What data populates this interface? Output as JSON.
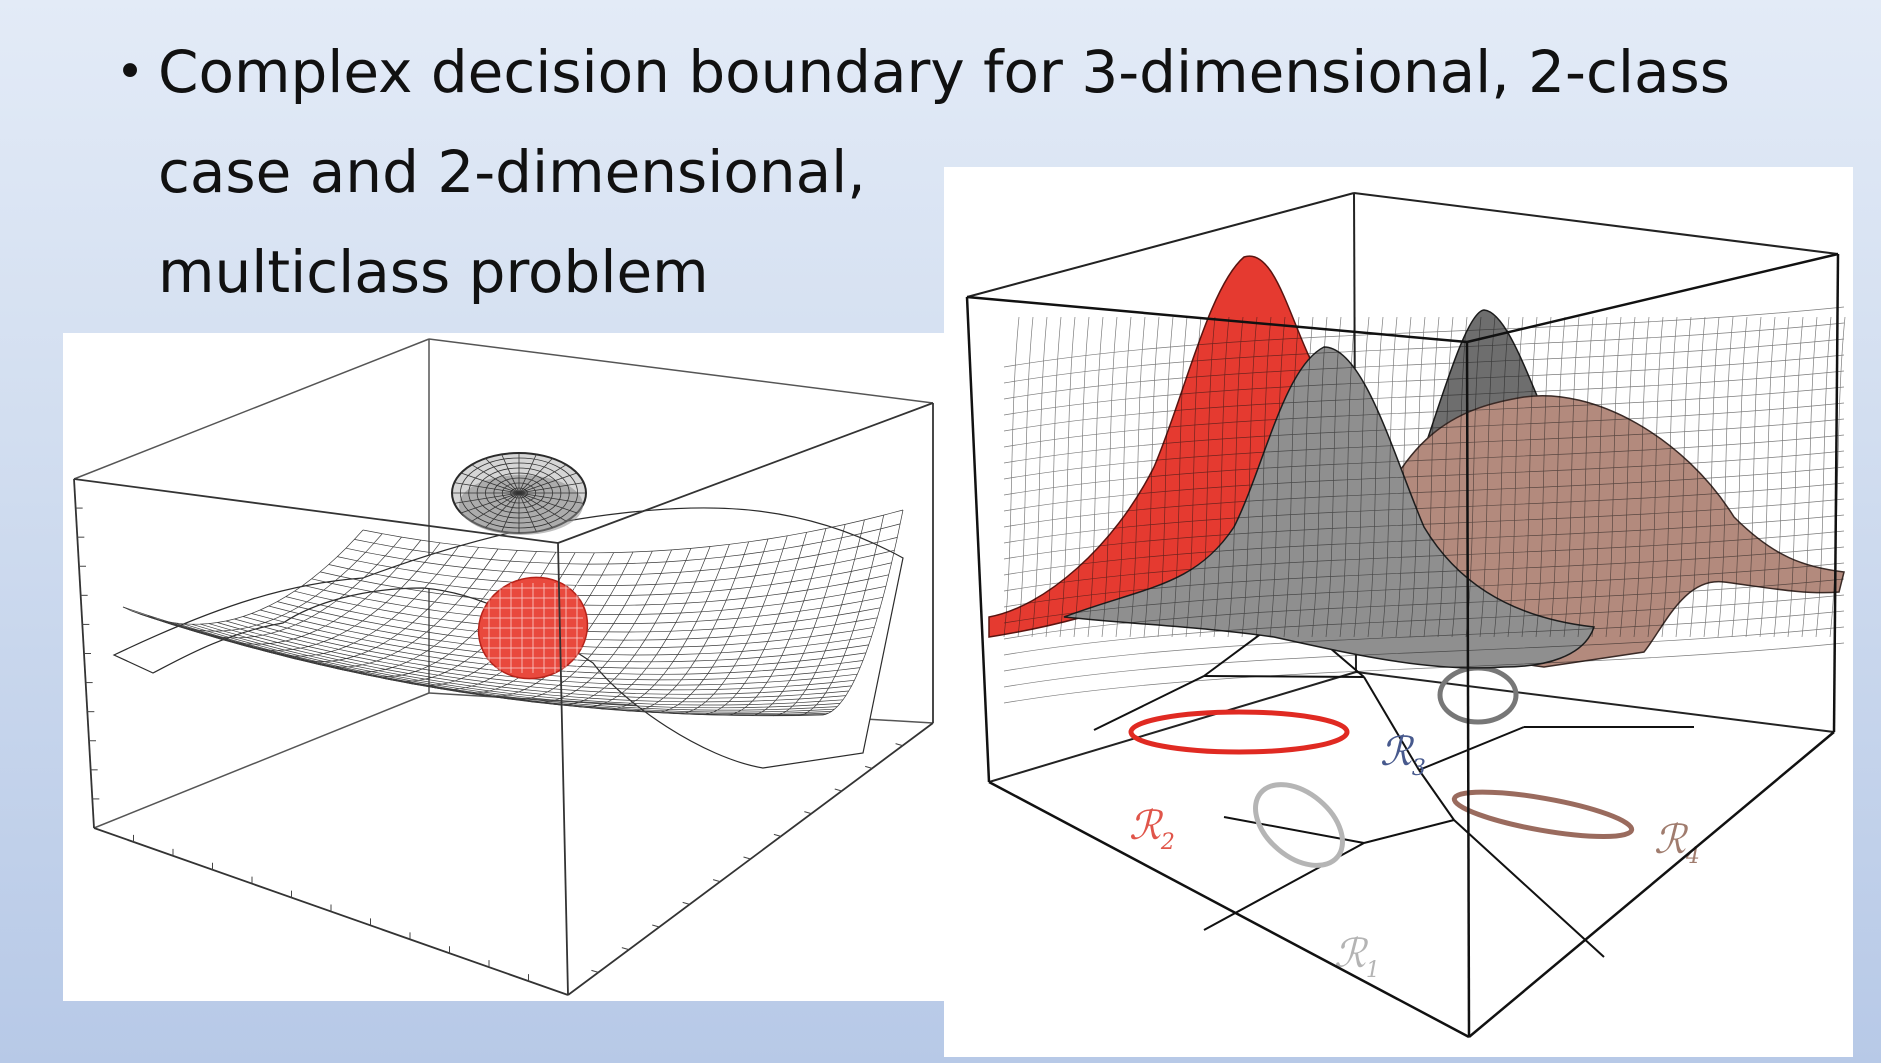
{
  "slide": {
    "bullet": "•",
    "lines": [
      "Complex decision boundary for 3-dimensional, 2-class",
      "case and 2-dimensional,",
      "multiclass problem"
    ]
  },
  "figure_right": {
    "regions": [
      {
        "label": "ℛ",
        "sub": "1",
        "color": "#b4b4b4"
      },
      {
        "label": "ℛ",
        "sub": "2",
        "color": "#e0554a"
      },
      {
        "label": "ℛ",
        "sub": "3",
        "color": "#47598d"
      },
      {
        "label": "ℛ",
        "sub": "4",
        "color": "#a07c6e"
      }
    ]
  },
  "colors": {
    "class_red": "#e53a30",
    "class_gray": "#7d7d7d",
    "class_brown": "#b0877a",
    "background_top": "#e3ebf7",
    "background_bottom": "#b7c9e7"
  }
}
